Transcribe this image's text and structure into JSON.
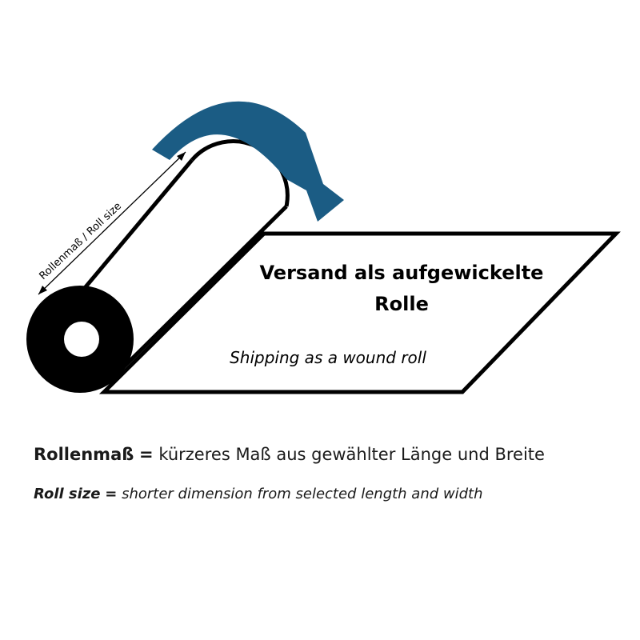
{
  "diagram": {
    "roll_size_label": "Rollenmaß / Roll size",
    "title_line1": "Versand als aufgewickelte",
    "title_line2": "Rolle",
    "subtitle": "Shipping as a wound roll"
  },
  "captions": {
    "de_term": "Rollenmaß",
    "de_eq": "=",
    "de_text": "kürzeres Maß aus gewählter Länge und Breite",
    "en_term": "Roll size",
    "en_eq": "=",
    "en_text": "shorter dimension from selected length and width"
  },
  "colors": {
    "arrow": "#1b5c84",
    "outline": "#000000",
    "background": "#ffffff"
  }
}
